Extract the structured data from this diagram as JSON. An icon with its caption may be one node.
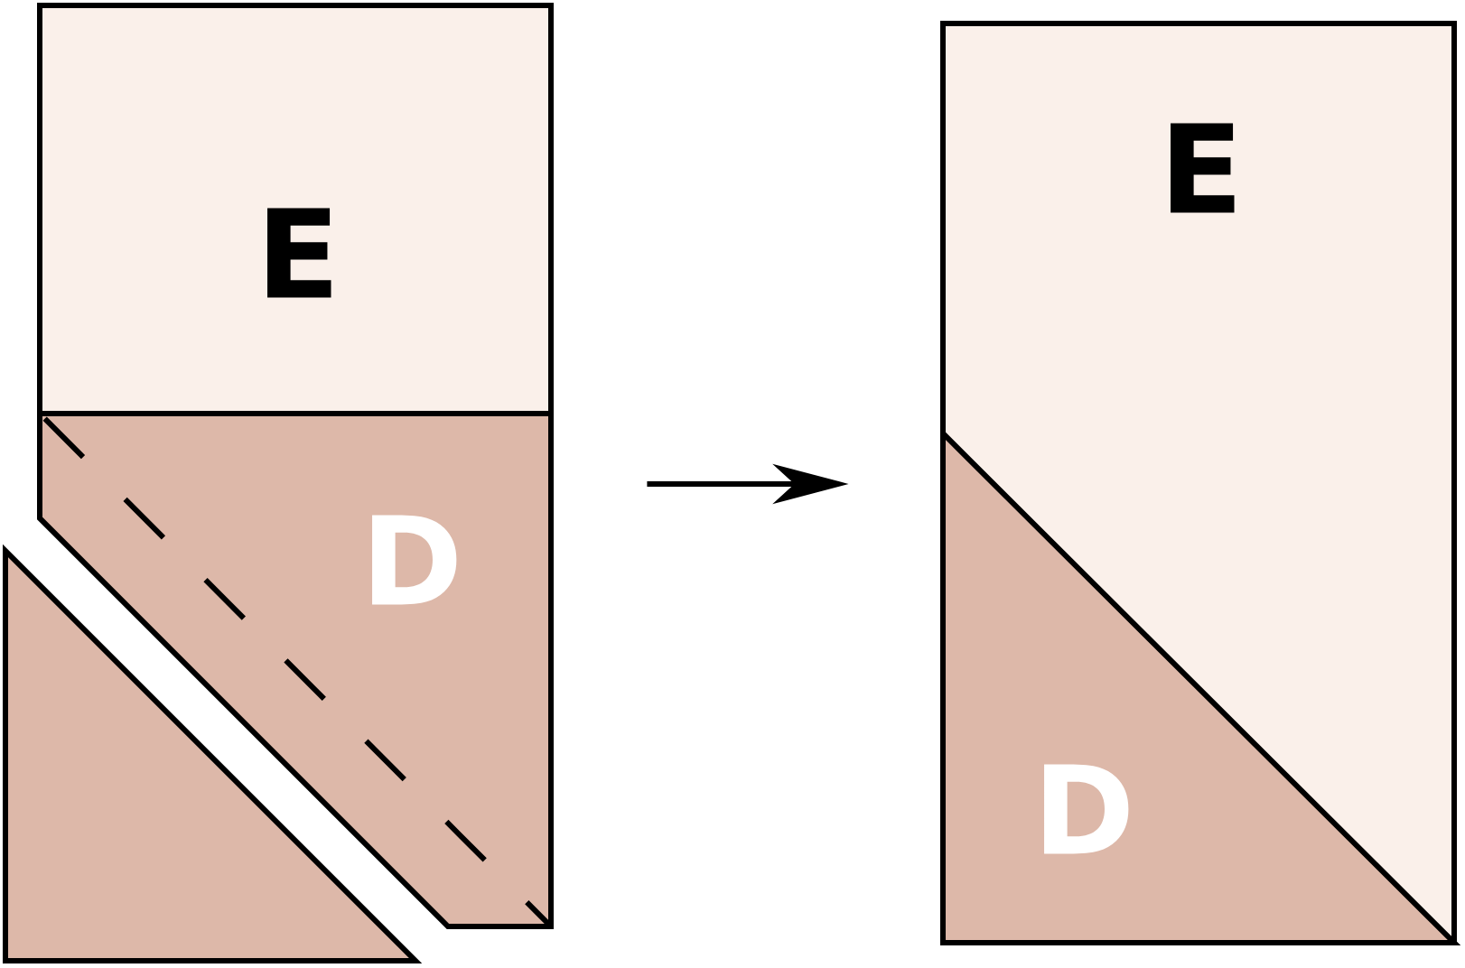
{
  "diagram": {
    "nodes": [
      {
        "text": [
          "E"
        ]
      },
      {
        "text": [
          "D"
        ]
      },
      {
        "text": [],
        "shape": "triangle"
      },
      {
        "text": [
          "E"
        ]
      },
      {
        "text": [
          "D"
        ],
        "in": 3
      }
    ],
    "edges": [
      {
        "from": 1,
        "to": 3,
        "arrow": "to"
      }
    ]
  }
}
